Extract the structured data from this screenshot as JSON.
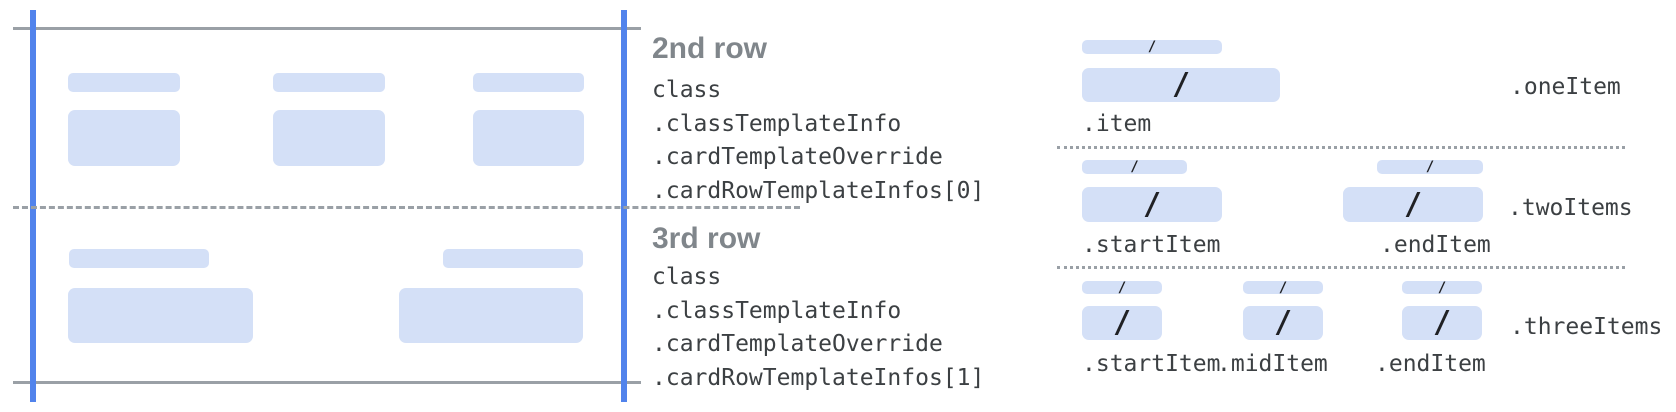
{
  "colors": {
    "bar_fill": "#D4E0F7",
    "guide_blue": "#5183EC",
    "guide_gray": "#9AA0A6",
    "heading_gray": "#80868B",
    "code_text": "#3C4043"
  },
  "glyphs": {
    "slash": "/"
  },
  "annotations": {
    "row2": {
      "title": "2nd row",
      "code_lines": [
        "class",
        ".classTemplateInfo",
        ".cardTemplateOverride",
        ".cardRowTemplateInfos[0]"
      ]
    },
    "row3": {
      "title": "3rd row",
      "code_lines": [
        "class",
        ".classTemplateInfo",
        ".cardTemplateOverride",
        ".cardRowTemplateInfos[1]"
      ]
    }
  },
  "templates": {
    "one_item": {
      "label": ".oneItem",
      "items": [
        ".item"
      ]
    },
    "two_items": {
      "label": ".twoItems",
      "items": [
        ".startItem",
        ".endItem"
      ]
    },
    "three_items": {
      "label": ".threeItems",
      "items": [
        ".startItem",
        ".midItem",
        ".endItem"
      ]
    }
  }
}
